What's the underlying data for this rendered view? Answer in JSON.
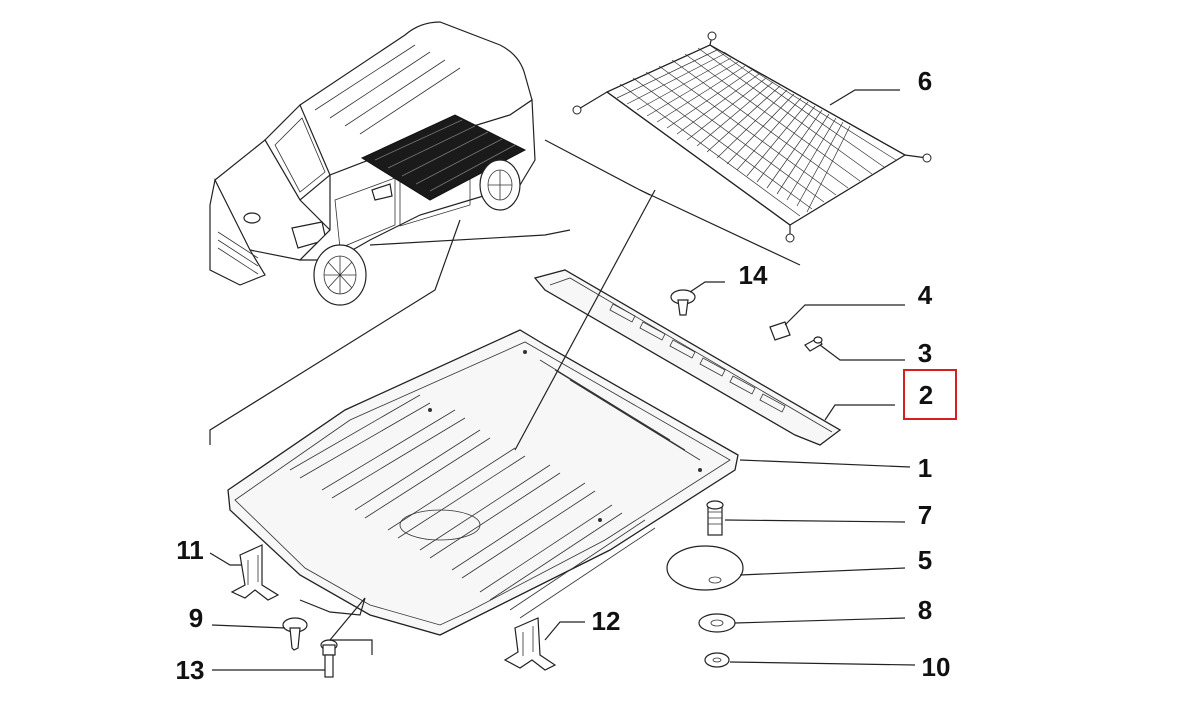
{
  "callouts": {
    "c1": "1",
    "c2": "2",
    "c3": "3",
    "c4": "4",
    "c5": "5",
    "c6": "6",
    "c7": "7",
    "c8": "8",
    "c9": "9",
    "c10": "10",
    "c11": "11",
    "c12": "12",
    "c13": "13",
    "c14": "14"
  },
  "highlight": {
    "callout": "2",
    "color": "#d61f1f"
  }
}
